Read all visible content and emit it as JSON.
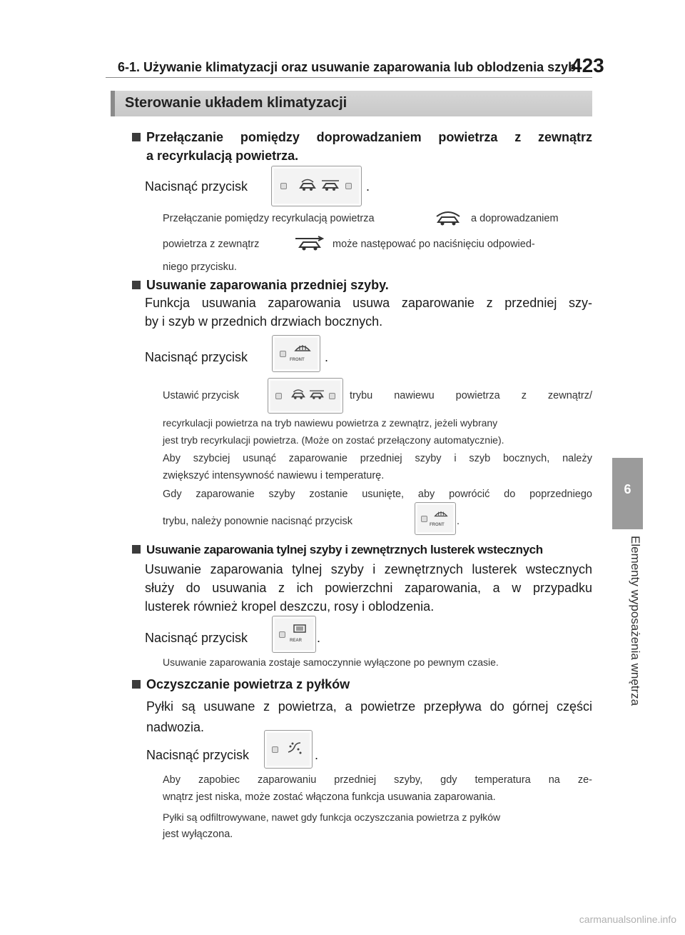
{
  "header": {
    "title": "6-1. Używanie klimatyzacji oraz usuwanie zaparowania lub oblodzenia szyb",
    "page_number": "423"
  },
  "side_tab": {
    "number": "6",
    "label": "Elementy wyposażenia wnętrza"
  },
  "section_title": "Sterowanie układem klimatyzacji",
  "recirc": {
    "heading_1": "Przełączanie pomiędzy doprowadzaniem powietrza z zewnątrz",
    "heading_2": "a recyrkulacją powietrza.",
    "press": "Nacisnąć przycisk",
    "period": ".",
    "note_1a": "Przełączanie pomiędzy recyrkulacją powietrza",
    "note_1b": "a doprowadzaniem",
    "note_2a": "powietrza z zewnątrz",
    "note_2b": "może następować po naciśnięciu odpowied-",
    "note_3": "niego przycisku."
  },
  "front": {
    "heading": "Usuwanie zaparowania przedniej szyby.",
    "body_1": "Funkcja usuwania zaparowania usuwa zaparowanie z przedniej szy-",
    "body_2": "by i szyb w przednich drzwiach bocznych.",
    "press": "Nacisnąć przycisk",
    "period": ".",
    "note_1a": "Ustawić przycisk",
    "note_1b": "trybu nawiewu powietrza z zewnątrz/",
    "note_2": "recyrkulacji powietrza na tryb nawiewu powietrza z zewnątrz, jeżeli wybrany",
    "note_3": "jest tryb recyrkulacji powietrza. (Może on zostać przełączony automatycznie).",
    "note_4": "Aby szybciej usunąć zaparowanie przedniej szyby i szyb bocznych, należy",
    "note_5": "zwiększyć intensywność nawiewu i temperaturę.",
    "note_6": "Gdy zaparowanie szyby zostanie usunięte, aby powrócić do poprzedniego",
    "note_7": "trybu, należy ponownie nacisnąć przycisk",
    "note_7_end": ".",
    "button_caption": "FRONT"
  },
  "rear": {
    "heading": "Usuwanie zaparowania tylnej szyby i zewnętrznych lusterek wstecznych",
    "body_1": "Usuwanie zaparowania tylnej szyby i zewnętrznych lusterek wstecznych",
    "body_2": "służy do usuwania z ich powierzchni zaparowania, a w przypadku",
    "body_3": "lusterek również kropel deszczu, rosy i oblodzenia.",
    "press": "Nacisnąć przycisk",
    "period": ".",
    "note": "Usuwanie zaparowania zostaje samoczynnie wyłączone po pewnym czasie.",
    "button_caption": "REAR"
  },
  "pollen": {
    "heading": "Oczyszczanie powietrza z pyłków",
    "body_1": "Pyłki są usuwane z powietrza, a powietrze przepływa do górnej części",
    "body_2": "nadwozia.",
    "press": "Nacisnąć przycisk",
    "period": ".",
    "note_1": "Aby zapobiec zaparowaniu przedniej szyby, gdy temperatura na ze-",
    "note_2": "wnątrz jest niska, może zostać włączona funkcja usuwania zaparowania.",
    "note_3": "Pyłki są odfiltrowywane, nawet gdy funkcja oczyszczania powietrza z pyłków",
    "note_4": "jest wyłączona."
  },
  "watermark": "carmanualsonline.info"
}
